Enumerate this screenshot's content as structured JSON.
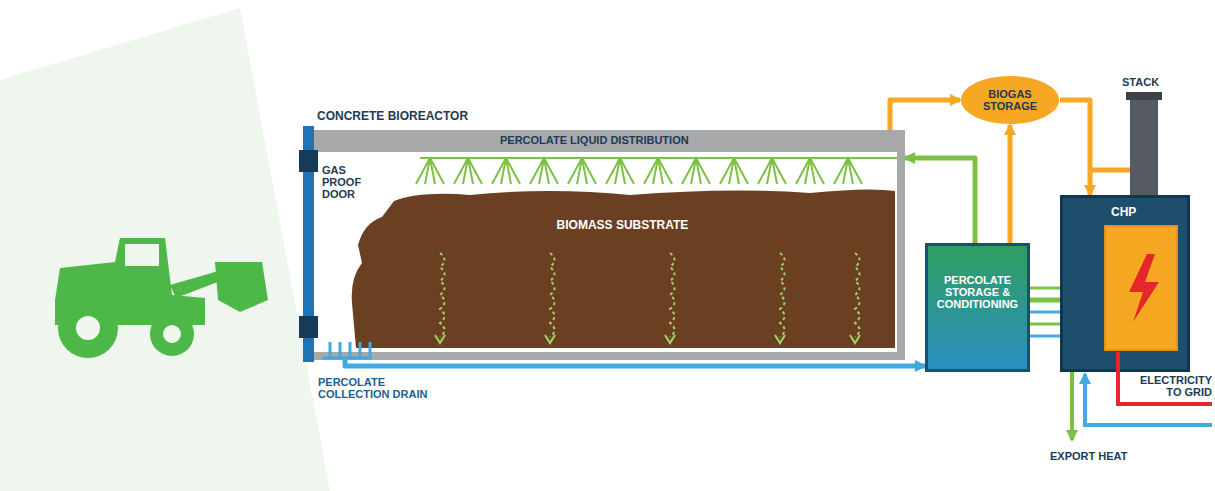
{
  "diagram": {
    "nodes": [
      {
        "text": [
          "CONCRETE BIOREACTOR"
        ]
      },
      {
        "text": [
          "BIOMASS SUBSTRATE"
        ],
        "in": 0
      },
      {
        "text": [
          "PERCOLATE STORAGE & CONDITIONING"
        ]
      },
      {
        "text": [
          "BIOGAS STORAGE"
        ]
      },
      {
        "text": [
          "CHP"
        ]
      }
    ],
    "edges": [
      {
        "from": 0,
        "to": 2,
        "arrow": "to"
      },
      {
        "from": 2,
        "to": 0,
        "arrow": "to"
      },
      {
        "from": 0,
        "to": 3,
        "arrow": "to"
      },
      {
        "from": 2,
        "to": 3,
        "arrow": "to"
      },
      {
        "from": 3,
        "to": 4,
        "arrow": "to"
      },
      {
        "from": 4,
        "to": 2,
        "arrow": "none"
      }
    ],
    "labels": [
      "PERCOLATE LIQUID DISTRIBUTION",
      "GAS PROOF DOOR",
      "PERCOLATE COLLECTION DRAIN",
      "STACK",
      "ELECTRICITY TO GRID",
      "EXPORT HEAT"
    ]
  }
}
